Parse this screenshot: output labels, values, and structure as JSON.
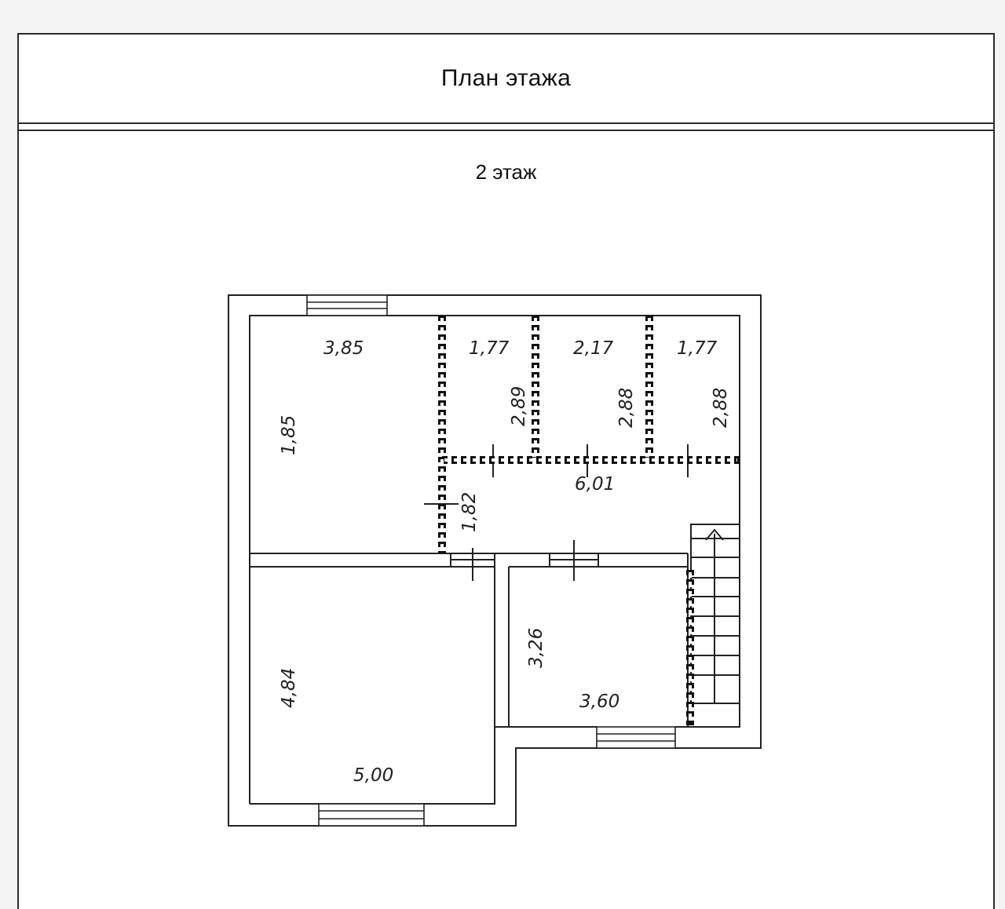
{
  "header": {
    "title": "План этажа"
  },
  "plan": {
    "floor_label": "2 этаж",
    "dimensions": {
      "room_top_left_width": "3,85",
      "room_top_left_height": "1,85",
      "closet_1_width": "1,77",
      "closet_1_height": "2,89",
      "closet_2_width": "2,17",
      "closet_2_height": "2,88",
      "closet_3_width": "1,77",
      "closet_3_height": "2,88",
      "hall_width": "6,01",
      "hall_height": "1,82",
      "room_bottom_left_height": "4,84",
      "room_bottom_left_width": "5,00",
      "room_bottom_right_height": "3,26",
      "room_bottom_right_width": "3,60"
    }
  }
}
